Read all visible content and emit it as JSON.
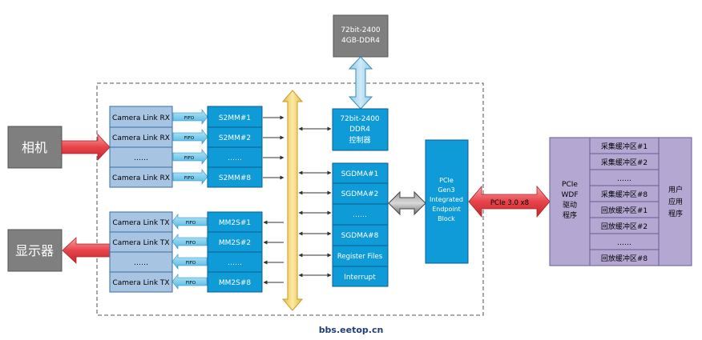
{
  "memory": {
    "line1": "72bit-2400",
    "line2": "4GB-DDR4"
  },
  "camera": {
    "label": "相机"
  },
  "display": {
    "label": "显示器"
  },
  "rx": {
    "items": [
      "Camera Link RX",
      "Camera Link RX",
      "……",
      "Camera Link RX"
    ],
    "fifo_label": "FIFO"
  },
  "s2mm": {
    "items": [
      "S2MM#1",
      "S2MM#2",
      "……",
      "S2MM#8"
    ]
  },
  "tx": {
    "items": [
      "Camera Link TX",
      "Camera Link TX",
      "……",
      "Camera Link TX"
    ],
    "fifo_label": "FIFO"
  },
  "mm2s": {
    "items": [
      "MM2S#1",
      "MM2S#2",
      "……",
      "MM2S#8"
    ]
  },
  "ddr_ctrl": {
    "line1": "72bit-2400",
    "line2": "DDR4",
    "line3": "控制器"
  },
  "sgdma": {
    "items": [
      "SGDMA#1",
      "SGDMA#2",
      "……",
      "SGDMA#8"
    ],
    "register_files": "Register Files",
    "interrupt": "Interrupt"
  },
  "pcie_block": {
    "lines": [
      "PCIe",
      "Gen3",
      "Integrated",
      "Endpoint",
      "Block"
    ]
  },
  "pcie_link": {
    "label": "PCIe 3.0 x8"
  },
  "driver": {
    "lines": [
      "PCIe",
      "WDF",
      "驱动",
      "程序"
    ]
  },
  "buffers": {
    "items": [
      "采集缓冲区#1",
      "采集缓冲区#2",
      "……",
      "采集缓冲区#8",
      "回放缓冲区#1",
      "回放缓冲区#2",
      "……",
      "回放缓冲区#8"
    ]
  },
  "user_app": {
    "lines": [
      "用户",
      "应用",
      "程序"
    ]
  },
  "watermark": "bbs.eetop.cn",
  "colors": {
    "block_blue": "#0f9ad8",
    "light_blue": "#a7c5e3",
    "gray_box": "#7f7f7f",
    "purple": "#b4a8d2",
    "red_arrow": "#e8434a",
    "yellow_bus": "#f4d26a"
  }
}
